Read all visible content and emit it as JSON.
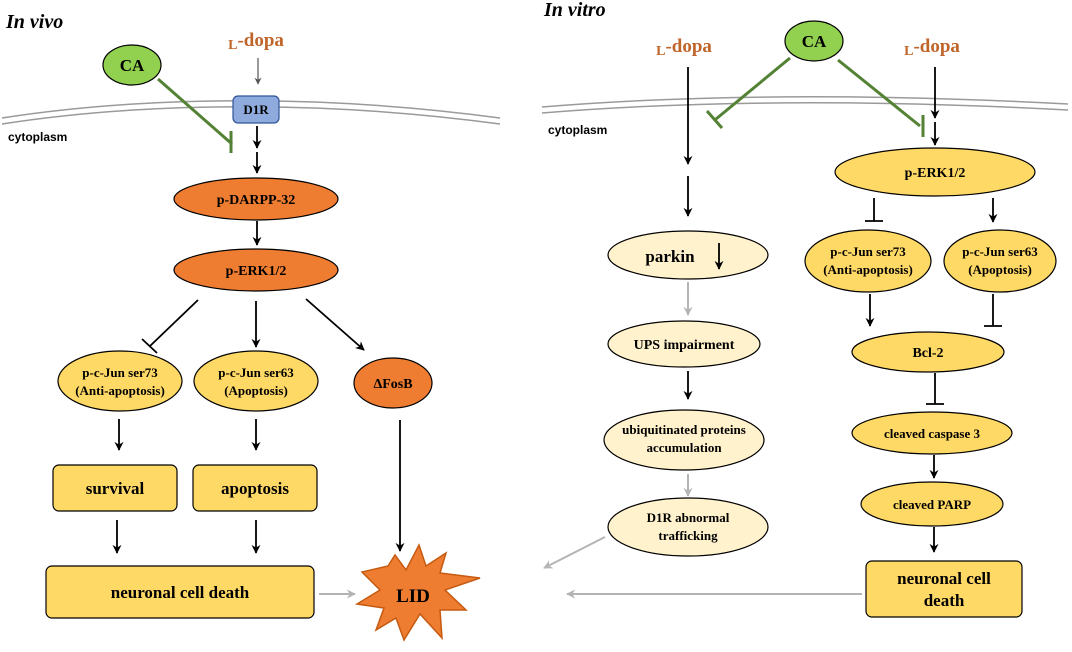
{
  "colors": {
    "dark_orange": "#ee7d31",
    "yellow": "#ffd966",
    "pale_yellow": "#fff2cc",
    "green": "#92d050",
    "green_line": "#548235",
    "blue": "#8faadc",
    "ldopa": "#c0652a",
    "gray_arrow": "#b4b4b4"
  },
  "in_vivo": {
    "title": "In vivo",
    "cytoplasm": "cytoplasm",
    "ca": "CA",
    "ldopa_prefix": "L",
    "ldopa_suffix": "-dopa",
    "d1r": "D1R",
    "darpp": "p-DARPP-32",
    "erk": "p-ERK1/2",
    "jun73_line1": "p-c-Jun ser73",
    "jun73_line2": "(Anti-apoptosis)",
    "jun63_line1": "p-c-Jun ser63",
    "jun63_line2": "(Apoptosis)",
    "fosb": "ΔFosB",
    "survival": "survival",
    "apoptosis": "apoptosis",
    "death": "neuronal cell death"
  },
  "lid": "LID",
  "in_vitro": {
    "title": "In vitro",
    "cytoplasm": "cytoplasm",
    "ca": "CA",
    "ldopa_prefix": "L",
    "ldopa_suffix": "-dopa",
    "parkin": "parkin",
    "ups": "UPS impairment",
    "ubiq_line1": "ubiquitinated proteins",
    "ubiq_line2": "accumulation",
    "d1r_line1": "D1R abnormal",
    "d1r_line2": "trafficking",
    "erk": "p-ERK1/2",
    "jun73_line1": "p-c-Jun ser73",
    "jun73_line2": "(Anti-apoptosis)",
    "jun63_line1": "p-c-Jun ser63",
    "jun63_line2": "(Apoptosis)",
    "bcl2": "Bcl-2",
    "caspase": "cleaved caspase 3",
    "parp": "cleaved PARP",
    "death_line1": "neuronal cell",
    "death_line2": "death"
  }
}
